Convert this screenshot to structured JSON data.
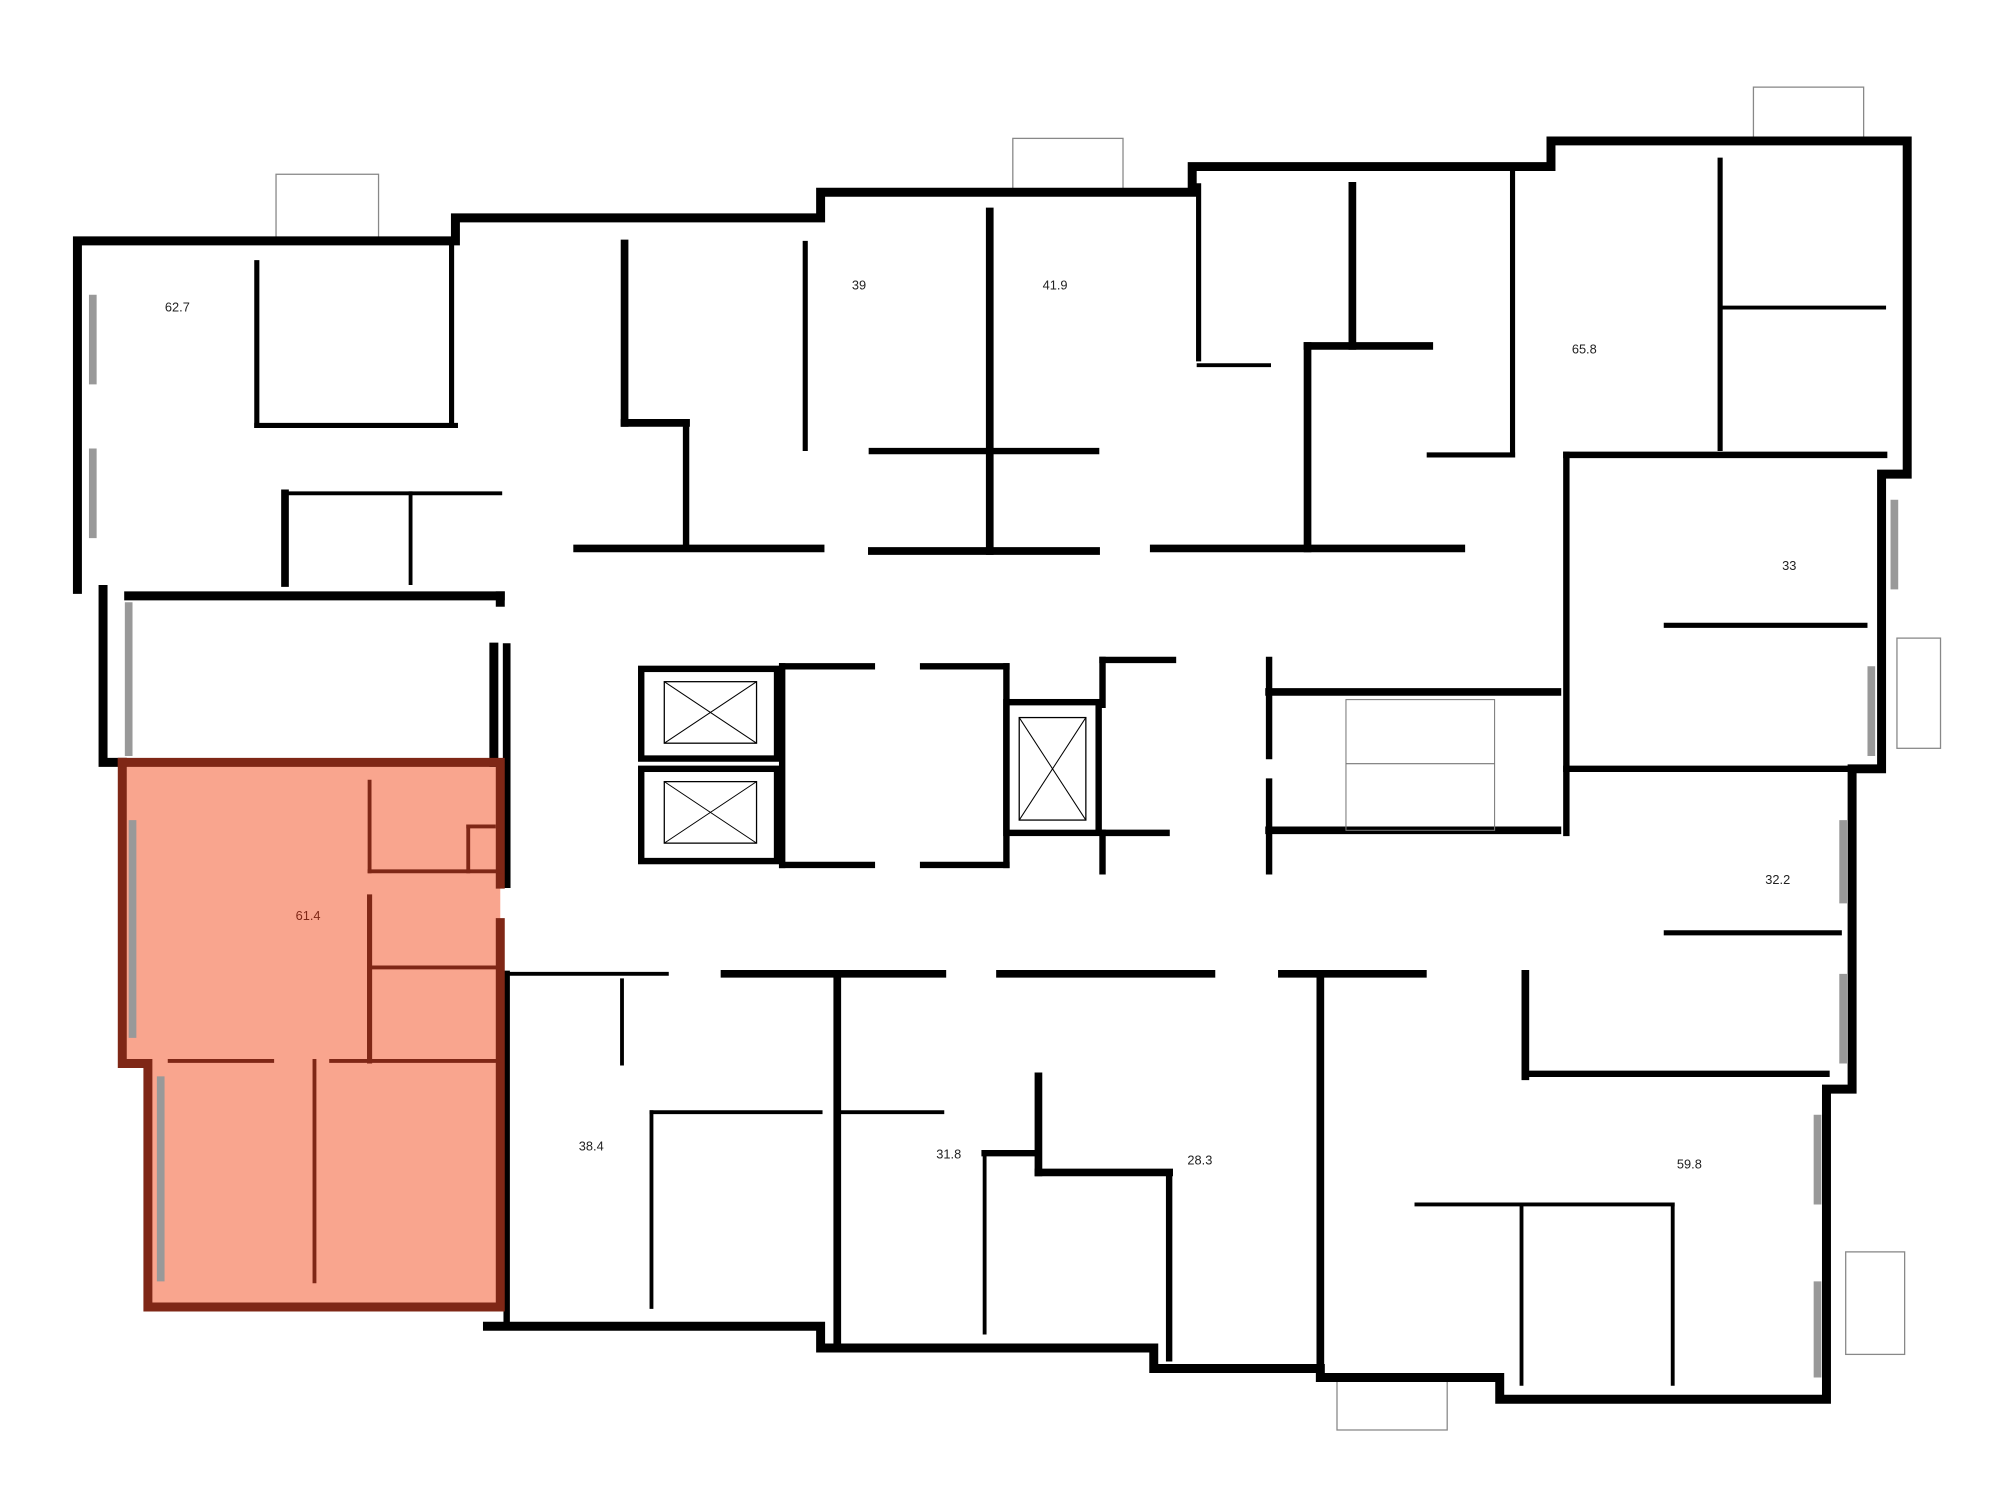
{
  "plan": {
    "colors": {
      "wall": "#000000",
      "highlight_fill": "#F9A58E",
      "highlight_wall": "#7F2716",
      "fixture": "#9a9a9a"
    },
    "apartments": [
      {
        "id": "apt-62-7",
        "area": "62.7",
        "highlighted": false
      },
      {
        "id": "apt-39",
        "area": "39",
        "highlighted": false
      },
      {
        "id": "apt-41-9",
        "area": "41.9",
        "highlighted": false
      },
      {
        "id": "apt-65-8",
        "area": "65.8",
        "highlighted": false
      },
      {
        "id": "apt-33",
        "area": "33",
        "highlighted": false
      },
      {
        "id": "apt-61-4",
        "area": "61.4",
        "highlighted": true
      },
      {
        "id": "apt-32-2",
        "area": "32.2",
        "highlighted": false
      },
      {
        "id": "apt-38-4",
        "area": "38.4",
        "highlighted": false
      },
      {
        "id": "apt-31-8",
        "area": "31.8",
        "highlighted": false
      },
      {
        "id": "apt-28-3",
        "area": "28.3",
        "highlighted": false
      },
      {
        "id": "apt-59-8",
        "area": "59.8",
        "highlighted": false
      }
    ]
  }
}
